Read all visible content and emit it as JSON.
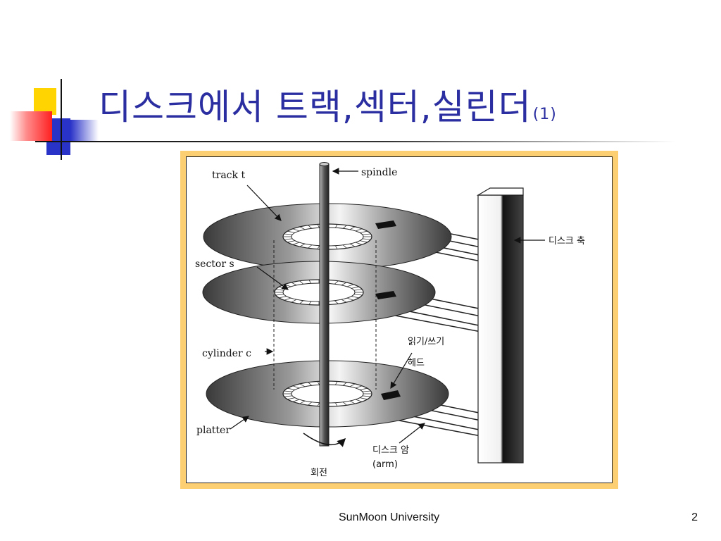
{
  "slide": {
    "title": "디스크에서 트랙,섹터,실린더",
    "title_suffix": "(1)",
    "footer": "SunMoon University",
    "page_number": "2"
  },
  "figure": {
    "labels": {
      "track": "track t",
      "spindle": "spindle",
      "sector": "sector s",
      "cylinder": "cylinder c",
      "platter": "platter",
      "disk_axis": "디스크 축",
      "rw_head_line1": "읽기/쓰기",
      "rw_head_line2": "헤드",
      "disk_arm_line1": "디스크 암",
      "disk_arm_line2": "(arm)",
      "rotation": "회전"
    }
  },
  "colors": {
    "title": "#2a2ea0",
    "frame": "#fccf72",
    "accent_yellow": "#ffd400",
    "accent_blue": "#2a33c8",
    "accent_red": "#ff2020"
  }
}
